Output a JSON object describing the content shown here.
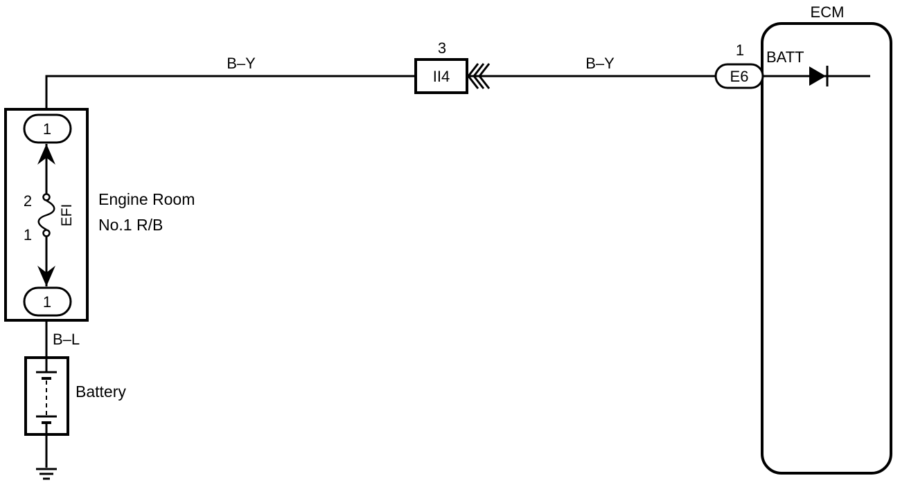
{
  "ecm": {
    "title": "ECM",
    "pin_number": "1",
    "connector": "E6",
    "terminal": "BATT"
  },
  "junction": {
    "pin_number": "3",
    "connector": "II4"
  },
  "wires": {
    "left_color": "B–Y",
    "right_color": "B–Y",
    "battery_color": "B–L"
  },
  "relay_block": {
    "name_line1": "Engine Room",
    "name_line2": "No.1 R/B",
    "top_pin": "1",
    "bottom_pin": "1",
    "fuse_name": "EFI",
    "fuse_pin_top": "2",
    "fuse_pin_bottom": "1"
  },
  "battery": {
    "label": "Battery"
  }
}
